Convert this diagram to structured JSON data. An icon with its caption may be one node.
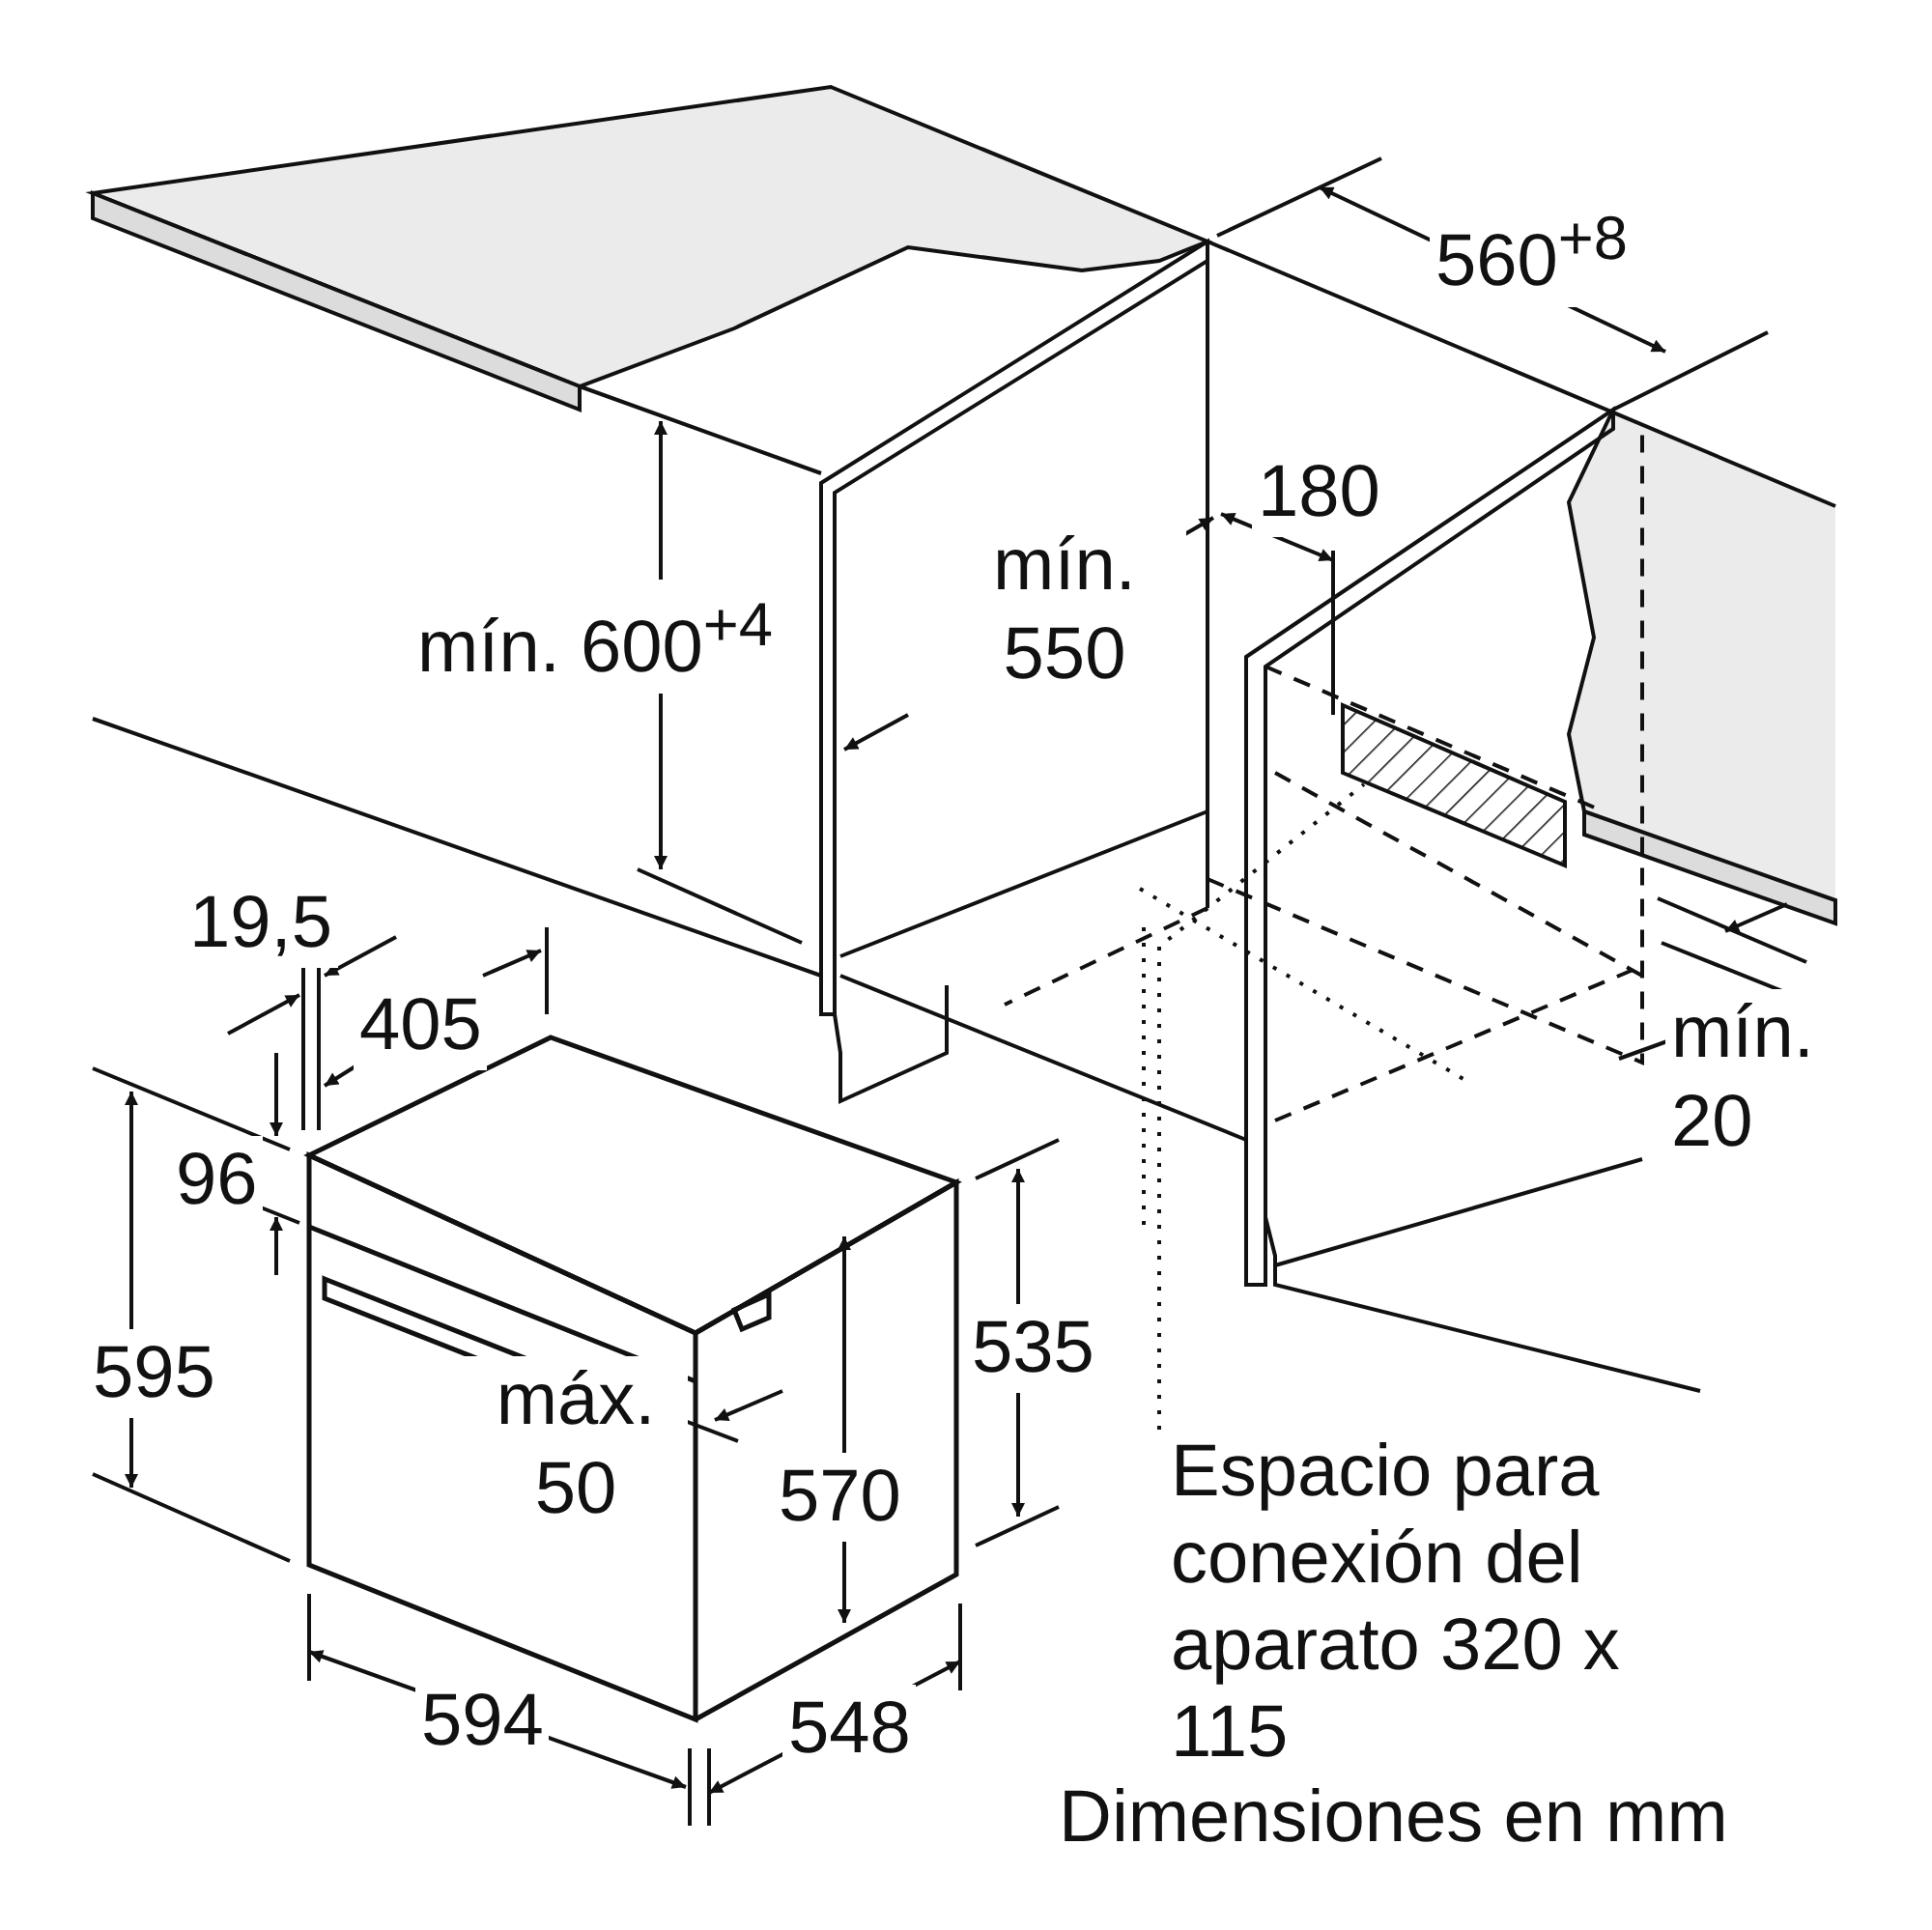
{
  "diagram": {
    "nodes": [
      {
        "text": [],
        "shape": "box"
      },
      {
        "text": [
          "Espacio para conexión del aparato 320 x 115"
        ]
      }
    ],
    "edges": [
      {
        "from": 1,
        "to": 0,
        "arrow": "none"
      }
    ],
    "labels": [
      "560$^{+8}$",
      "mín. 600$^{+4}$",
      "mín. 550",
      "180",
      "19,5",
      "405",
      "mín. 20",
      "96",
      "595",
      "535",
      "máx. 50",
      "570",
      "594",
      "548",
      "Dimensiones en mm"
    ]
  }
}
